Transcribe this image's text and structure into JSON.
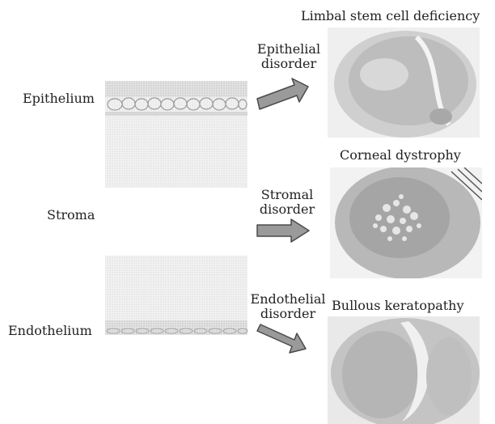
{
  "layers": {
    "epithelium": "Epithelium",
    "stroma": "Stroma",
    "endothelium": "Endothelium"
  },
  "disorders": {
    "epithelial": [
      "Epithelial",
      "disorder"
    ],
    "stromal": [
      "Stromal",
      "disorder"
    ],
    "endothelial": [
      "Endothelial",
      "disorder"
    ]
  },
  "photos": {
    "lscd": "Limbal stem cell deficiency",
    "dystrophy": "Corneal dystrophy",
    "bullous": "Bullous keratopathy"
  },
  "colors": {
    "arrow_fill": "#9a9a9a",
    "arrow_stroke": "#4a4a4a",
    "tissue": "#ededed",
    "photo_bg": "#cfcfcf"
  }
}
